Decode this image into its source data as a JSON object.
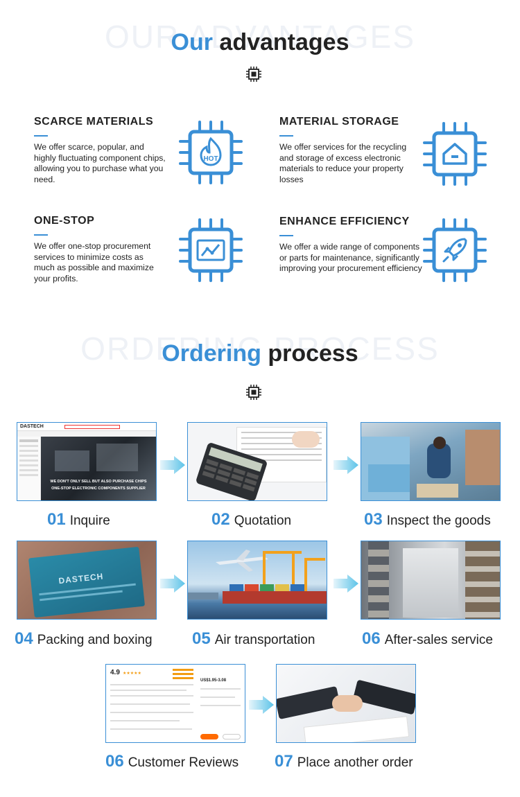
{
  "advantages": {
    "bg_word": "OUR ADVANTAGES",
    "title_accent": "Our",
    "title_rest": "advantages",
    "items": [
      {
        "title": "SCARCE MATERIALS",
        "text": "We offer scarce, popular, and highly fluctuating component chips, allowing you to purchase what you need.",
        "icon": "hot-chip-icon"
      },
      {
        "title": "MATERIAL STORAGE",
        "text": "We offer services for the recycling and storage of excess electronic materials to reduce your property losses",
        "icon": "warehouse-chip-icon"
      },
      {
        "title": "ONE-STOP",
        "text": "We offer one-stop procurement services to minimize costs as much as possible and maximize your profits.",
        "icon": "chart-chip-icon"
      },
      {
        "title": "ENHANCE EFFICIENCY",
        "text": "We offer a wide range of components or parts for maintenance, significantly improving your procurement efficiency",
        "icon": "rocket-chip-icon"
      }
    ],
    "hot_badge": "HOT"
  },
  "process": {
    "bg_word": "ORDERING PROCESS",
    "title_accent": "Ordering",
    "title_rest": "process",
    "steps": [
      {
        "num": "01",
        "label": "Inquire"
      },
      {
        "num": "02",
        "label": "Quotation"
      },
      {
        "num": "03",
        "label": "Inspect the goods"
      },
      {
        "num": "04",
        "label": "Packing and boxing"
      },
      {
        "num": "05",
        "label": "Air transportation"
      },
      {
        "num": "06",
        "label": "After-sales service"
      },
      {
        "num": "06",
        "label": "Customer Reviews"
      },
      {
        "num": "07",
        "label": "Place another order"
      }
    ],
    "screenshot_texts": {
      "brand": "DASTECH",
      "banner_line1": "WE DON'T ONLY SELL BUT ALSO PURCHASE CHIPS",
      "banner_line2": "ONE-STOP ELECTRONIC COMPONENTS SUPPLIER",
      "box_brand": "DASTECH",
      "rating": "4.9",
      "price": "US$1.95-3.08"
    }
  },
  "colors": {
    "accent": "#3a8fd6",
    "text": "#222222",
    "watermark": "#eef1f6"
  }
}
